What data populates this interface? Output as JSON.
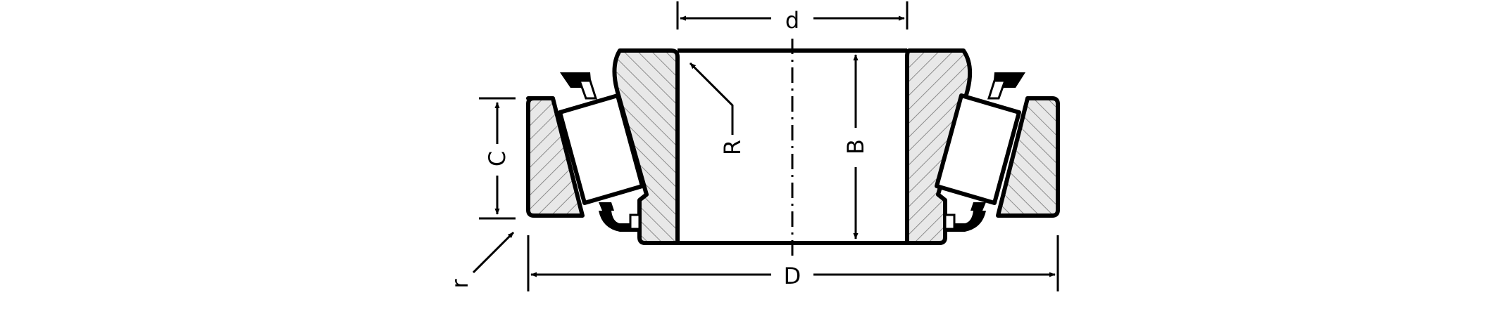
{
  "labels": {
    "d": "d",
    "D": "D",
    "B": "B",
    "C": "C",
    "R": "R",
    "r": "r"
  },
  "colors": {
    "stroke": "#000000",
    "section_fill": "#e8e8e8",
    "hatch": "#8a8a8a",
    "background": "#ffffff"
  }
}
